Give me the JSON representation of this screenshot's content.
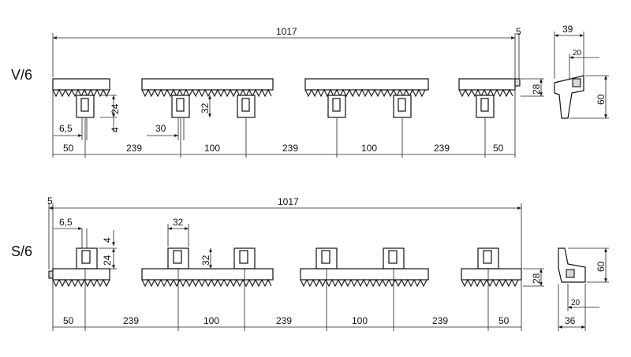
{
  "views": [
    {
      "label": "V/6",
      "dims": {
        "total": "1017",
        "gap": "5",
        "spacing_labels": [
          "50",
          "239",
          "100",
          "239",
          "100",
          "239",
          "50"
        ],
        "hole_offset": "6,5",
        "hole_spacing": "30",
        "bracket_h": "24",
        "bracket_gap": "4",
        "bracket_w": "32",
        "rack_h": "28",
        "end_w": "39",
        "end_inner": "20",
        "end_h": "60"
      }
    },
    {
      "label": "S/6",
      "dims": {
        "total": "1017",
        "gap": "5",
        "spacing_labels": [
          "50",
          "239",
          "100",
          "239",
          "100",
          "239",
          "50"
        ],
        "hole_offset": "6,5",
        "bracket_w": "32",
        "bracket_gap": "4",
        "bracket_h": "24",
        "bracket_h2": "32",
        "rack_h": "28",
        "end_w": "36",
        "end_inner": "20",
        "end_h": "60"
      }
    }
  ]
}
